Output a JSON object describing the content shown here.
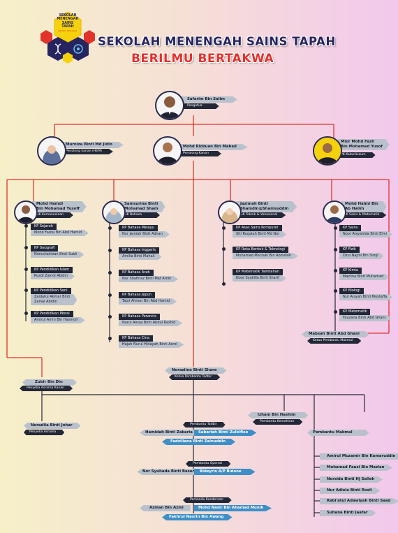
{
  "header": {
    "logo_text": [
      "SEKOLAH",
      "MENENGAH",
      "SAINS",
      "TAPAH"
    ],
    "logo_small": "Berilmu Bertakwa",
    "title": "SEKOLAH MENENGAH SAINS TAPAH",
    "motto": "BERILMU BERTAKWA"
  },
  "principal": {
    "name": "Safarim Bin Salim",
    "role": "Pengetua"
  },
  "deputies": [
    {
      "name": "Murniza Binti Md Jidin",
      "role": "Penolong kanan (HEM)"
    },
    {
      "name": "Mohd Ridzuan Bin Mahad",
      "role": "Penolong Kanan"
    },
    {
      "name": "Mior Mohd Fazli Bin Mohamed Yusof",
      "name1": "Mior Mohd Fazli",
      "name2": "Bin Mohamed Yusof",
      "role": "PK Kokurikulum"
    }
  ],
  "gk": [
    {
      "name1": "Mohd Hamdi",
      "name2": "Bin Mohamad Yusoff",
      "role": "GK Kemanusiaan",
      "units": [
        {
          "kp": "KP Sejarah",
          "names": [
            "Mohd Faizal Bin Abd Hamid"
          ]
        },
        {
          "kp": "KP Geografi",
          "names": [
            "Norsuhairizan Binti Subli"
          ]
        },
        {
          "kp": "KP Pendidikan Islam",
          "names": [
            "Rusdi Zainol Abidin"
          ]
        },
        {
          "kp": "KP Pendidikan Seni",
          "names": [
            "Zaidatul Akmar Binti",
            "Zainal Abidin"
          ]
        },
        {
          "kp": "KP Pendidikan Moral",
          "names": [
            "Amirul Amin Bin Hasmori"
          ]
        }
      ]
    },
    {
      "name1": "Samsurina Binti",
      "name2": "Mohamad Sham",
      "role": "GK Bahasa",
      "units": [
        {
          "kp": "KP Bahasa Melayu",
          "names": [
            "Nor Jamiah Binti Adnan"
          ]
        },
        {
          "kp": "KP Bahasa Inggeris",
          "names": [
            "Amilia Binti Mahali"
          ]
        },
        {
          "kp": "KP Bahasa Arab",
          "names": [
            "Nur Shafinaz Binti Mat Amin"
          ]
        },
        {
          "kp": "KP Bahasa Jepun",
          "names": [
            "Tajul Ahmar Bin Abd Hamid"
          ]
        },
        {
          "kp": "KP Bahasa Perancis",
          "names": [
            "Nurul Ainaa Binti Abdul Rashid"
          ]
        },
        {
          "kp": "KP Bahasa Cina",
          "names": [
            "Hajah Nurul Hidayah Binti Asrol"
          ]
        }
      ]
    },
    {
      "name1": "Jazimah Binti",
      "name2": "Shamdin@Shamsuddin",
      "role": "GK Teknik & Vokasional",
      "units": [
        {
          "kp": "KP Asas Sains Komputer",
          "names": [
            "Siti Ruqaiah Binti Md Nor"
          ]
        },
        {
          "kp": "KP Reka Bentuk & Teknologi",
          "names": [
            "Muhamad Marzuki Bin Abdullah"
          ]
        },
        {
          "kp": "KP Matematik Tambahan",
          "names": [
            "Noor Syakilla Binti Sharif"
          ]
        }
      ]
    },
    {
      "name1": "Mohd Halmi Bin",
      "name2": "Ab Halim",
      "role": "GK Sains & Matematik",
      "units": [
        {
          "kp": "KP Sains",
          "names": [
            "Noor Aisyahida Binti Elmi"
          ]
        },
        {
          "kp": "KP Fizik",
          "names": [
            "Dzul Najmi Bin Siroji"
          ]
        },
        {
          "kp": "KP Kimia",
          "names": [
            "Mazlina Binti Muhamad"
          ]
        },
        {
          "kp": "KP Biologi",
          "names": [
            "Nur Aisyah Binti Mustaffa"
          ]
        },
        {
          "kp": "KP Matematik",
          "names": [
            "Fauzana Binti Abd Ghani"
          ]
        }
      ]
    }
  ],
  "makmal_head": {
    "name": "Mabsah Binti Abd Ghani",
    "role": "Ketua Pembantu Makmal"
  },
  "tadbir_head": {
    "name": "Noraziina Binti Shara",
    "role": "Ketua Pembantu Tadbir"
  },
  "penyelia_kanan": {
    "name": "Zubir Bin Din",
    "role": "Penyelia Asrama Kanan"
  },
  "penyelia": {
    "name": "Noradila Binti Johar",
    "role": "Penyelia Asrama"
  },
  "kemahiran": {
    "name": "Izham Bin Hashim",
    "role": "Pembantu Kemahiran"
  },
  "pembantu_tadbir": {
    "title": "Pembantu Tadbir",
    "left": "Hamidah Binti Zakaria",
    "right": "Sabariah Binti Zulkiflee",
    "bottom": "Fadziliana Binti Zainuddin"
  },
  "pembantu_operasi": {
    "title": "Pembantu Operasi",
    "left": "Nor Syuhada Binti Baseri",
    "right": "Bideyris A/P Bidone"
  },
  "pemandu": {
    "title": "Pemandu Kenderaan",
    "left": "Azman Bin Azmi",
    "right": "Mohd Nasir Bin Ahamad Munik",
    "bottom": "Fakhrul Nasrin Bin Awang"
  },
  "pembantu_makmal": {
    "title": "Pembantu Makmal",
    "names": [
      "Amirul Muzamir Bin Kamaruddin",
      "Muhamad Fauzi Bin Mazlan",
      "Norsida Binti Hj Salleh",
      "Nur Adiela Binti Rosli",
      "Rabi'atul Adawiyah Binti Saad",
      "Suhana Binti Jaafar"
    ]
  },
  "colors": {
    "red": "#e2322c",
    "navy": "#27255f",
    "dark": "#232838",
    "grey": "#b9c2cc",
    "blue": "#3e8fc6",
    "yellow": "#f5d20c"
  }
}
